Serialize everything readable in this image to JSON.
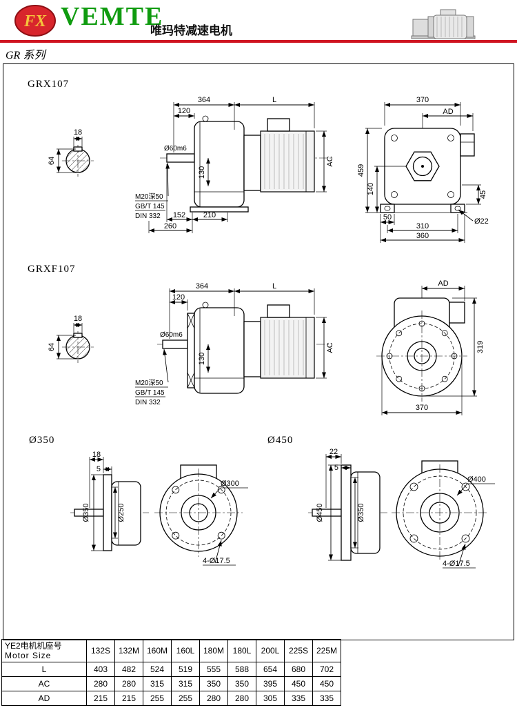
{
  "header": {
    "logo_monogram": "FX",
    "brand": "VEMTE",
    "subtitle": "唯玛特减速电机",
    "series_label": "GR 系列"
  },
  "sections": {
    "grx107": {
      "title": "GRX107",
      "shaft": {
        "key_width": "18",
        "diameter": "64"
      },
      "side": {
        "dim_364": "364",
        "dim_L": "L",
        "dim_120": "120",
        "shaft_dia": "Ø60m6",
        "dim_130": "130",
        "dim_AC": "AC",
        "tap_note_1": "M20深50",
        "tap_note_2": "GB/T 145",
        "tap_note_3": "DIN 332",
        "dim_152": "152",
        "dim_210": "210",
        "dim_260": "260"
      },
      "front": {
        "dim_370": "370",
        "dim_AD": "AD",
        "dim_459": "459",
        "dim_140": "140",
        "dim_45": "45",
        "dim_50": "50",
        "hole": "Ø22",
        "dim_310": "310",
        "dim_360": "360"
      }
    },
    "grxf107": {
      "title": "GRXF107",
      "shaft": {
        "key_width": "18",
        "diameter": "64"
      },
      "side": {
        "dim_364": "364",
        "dim_L": "L",
        "dim_120": "120",
        "shaft_dia": "Ø60m6",
        "dim_130": "130",
        "dim_AC": "AC",
        "tap_note_1": "M20深50",
        "tap_note_2": "GB/T 145",
        "tap_note_3": "DIN 332"
      },
      "front": {
        "dim_AD": "AD",
        "dim_319": "319",
        "dim_370": "370"
      }
    },
    "flange350": {
      "title": "Ø350",
      "side": {
        "dim_18": "18",
        "dim_5": "5",
        "flange_od": "Ø350",
        "spigot": "Ø250"
      },
      "front": {
        "bolt_circle": "Ø300",
        "holes": "4-Ø17.5"
      }
    },
    "flange450": {
      "title": "Ø450",
      "side": {
        "dim_22": "22",
        "dim_5": "5",
        "flange_od": "Ø450",
        "spigot": "Ø350"
      },
      "front": {
        "bolt_circle": "Ø400",
        "holes": "4-Ø17.5"
      }
    }
  },
  "table": {
    "row_header_cn": "YE2电机机座号",
    "row_header_en": "Motor Size",
    "columns": [
      "132S",
      "132M",
      "160M",
      "160L",
      "180M",
      "180L",
      "200L",
      "225S",
      "225M"
    ],
    "rows": [
      {
        "label": "L",
        "values": [
          "403",
          "482",
          "524",
          "519",
          "555",
          "588",
          "654",
          "680",
          "702"
        ]
      },
      {
        "label": "AC",
        "values": [
          "280",
          "280",
          "315",
          "315",
          "350",
          "350",
          "395",
          "450",
          "450"
        ]
      },
      {
        "label": "AD",
        "values": [
          "215",
          "215",
          "255",
          "255",
          "280",
          "280",
          "305",
          "335",
          "335"
        ]
      }
    ]
  }
}
